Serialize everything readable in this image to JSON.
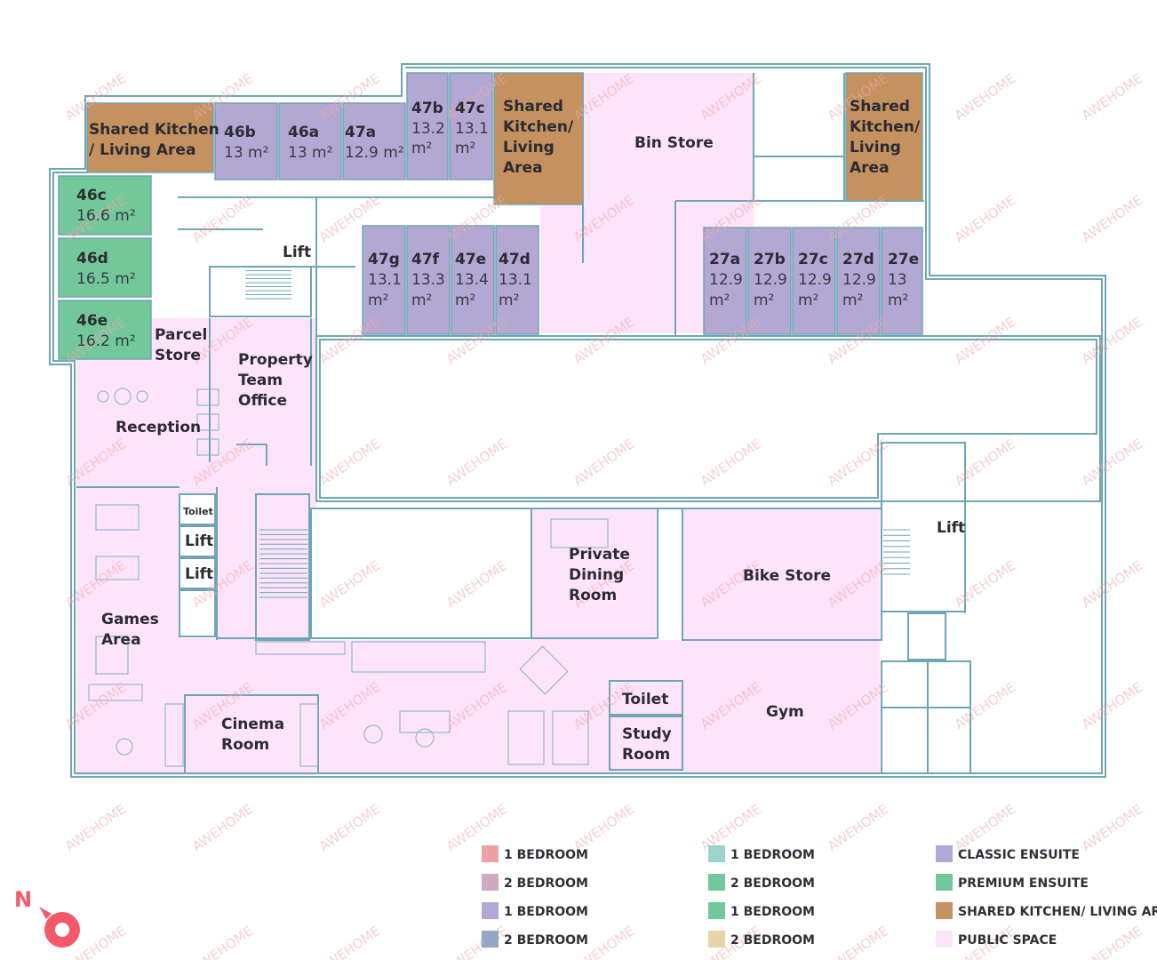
{
  "colors": {
    "wall": "#6fa6b3",
    "classic": "#b3a7d4",
    "premium": "#72c79b",
    "kitchen": "#c4915f",
    "public": "#fde4fb",
    "accent": "#f25a6a"
  },
  "compass": {
    "label": "N"
  },
  "watermark": "AWEHOME",
  "rooms": {
    "kitchen_nw": {
      "lines": [
        "Shared Kitchen",
        "/ Living Area"
      ]
    },
    "kitchen_n": {
      "lines": [
        "Shared",
        "Kitchen/",
        "Living",
        "Area"
      ]
    },
    "kitchen_ne": {
      "lines": [
        "Shared",
        "Kitchen/",
        "Living",
        "Area"
      ]
    },
    "r46b": {
      "name": "46b",
      "area": "13 m²"
    },
    "r46a": {
      "name": "46a",
      "area": "13 m²"
    },
    "r47a": {
      "name": "47a",
      "area": "12.9 m²"
    },
    "r47b": {
      "name": "47b",
      "area1": "13.2",
      "area2": "m²"
    },
    "r47c": {
      "name": "47c",
      "area1": "13.1",
      "area2": "m²"
    },
    "r46c": {
      "name": "46c",
      "area": "16.6 m²"
    },
    "r46d": {
      "name": "46d",
      "area": "16.5 m²"
    },
    "r46e": {
      "name": "46e",
      "area": "16.2 m²"
    },
    "r47g": {
      "name": "47g",
      "area1": "13.1",
      "area2": "m²"
    },
    "r47f": {
      "name": "47f",
      "area1": "13.3",
      "area2": "m²"
    },
    "r47e": {
      "name": "47e",
      "area1": "13.4",
      "area2": "m²"
    },
    "r47d": {
      "name": "47d",
      "area1": "13.1",
      "area2": "m²"
    },
    "r27a": {
      "name": "27a",
      "area1": "12.9",
      "area2": "m²"
    },
    "r27b": {
      "name": "27b",
      "area1": "12.9",
      "area2": "m²"
    },
    "r27c": {
      "name": "27c",
      "area1": "12.9",
      "area2": "m²"
    },
    "r27d": {
      "name": "27d",
      "area1": "12.9",
      "area2": "m²"
    },
    "r27e": {
      "name": "27e",
      "area1": "13",
      "area2": "m²"
    },
    "bin_store": "Bin Store",
    "lift": "Lift",
    "parcel_store": [
      "Parcel",
      "Store"
    ],
    "property_office": [
      "Property",
      "Team",
      "Office"
    ],
    "reception": "Reception",
    "toilet_small": "Toilet",
    "games_area": [
      "Games",
      "Area"
    ],
    "cinema_room": [
      "Cinema",
      "Room"
    ],
    "private_dining": [
      "Private",
      "Dining",
      "Room"
    ],
    "bike_store": "Bike Store",
    "toilet": "Toilet",
    "study_room": [
      "Study",
      "Room"
    ],
    "gym": "Gym"
  },
  "legend": [
    {
      "label": "1 BEDROOM",
      "color": "#eba1a6"
    },
    {
      "label": "2 BEDROOM",
      "color": "#d2a8c6"
    },
    {
      "label": "1 BEDROOM",
      "color": "#b3a7d4"
    },
    {
      "label": "2 BEDROOM",
      "color": "#93a6c6"
    },
    {
      "label": "1 BEDROOM",
      "color": "#9ed3cb"
    },
    {
      "label": "2 BEDROOM",
      "color": "#72c79b"
    },
    {
      "label": "1 BEDROOM",
      "color": "#72c79b"
    },
    {
      "label": "2 BEDROOM",
      "color": "#e6d3a8"
    },
    {
      "label": "CLASSIC ENSUITE",
      "color": "#b3a7d4"
    },
    {
      "label": "PREMIUM ENSUITE",
      "color": "#72c79b"
    },
    {
      "label": "SHARED KITCHEN/ LIVING ARE",
      "color": "#c4915f"
    },
    {
      "label": "PUBLIC SPACE",
      "color": "#fde4fb"
    }
  ]
}
